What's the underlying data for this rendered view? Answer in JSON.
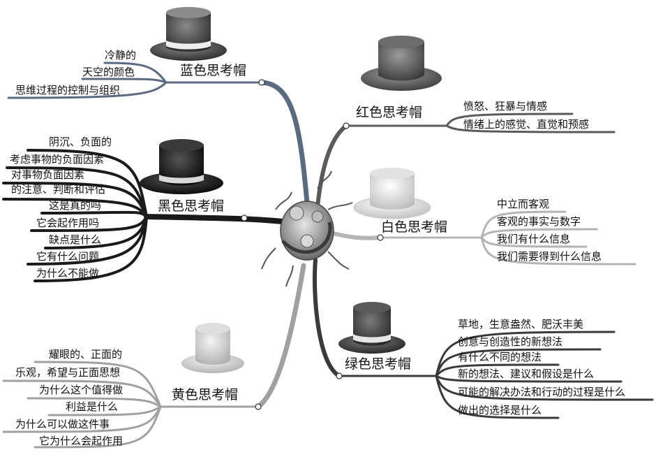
{
  "branches": {
    "blue": {
      "title": "蓝色思考帽",
      "items": [
        "冷静的",
        "天空的颜色",
        "思维过程的控制与组织"
      ]
    },
    "red": {
      "title": "红色思考帽",
      "items": [
        "愤怒、狂暴与情感",
        "情绪上的感觉、直觉和预感"
      ]
    },
    "black": {
      "title": "黑色思考帽",
      "items": [
        "阴沉、负面的",
        "考虑事物的负面因素",
        "对事物负面因素",
        "的注意、判断和评估",
        "这是真的吗",
        "它会起作用吗",
        "缺点是什么",
        "它有什么问题",
        "为什么不能做"
      ]
    },
    "white": {
      "title": "白色思考帽",
      "items": [
        "中立而客观",
        "客观的事实与数字",
        "我们有什么信息",
        "我们需要得到什么信息"
      ]
    },
    "green": {
      "title": "绿色思考帽",
      "items": [
        "草地，生意盎然、肥沃丰美",
        "创意与创造性的新想法",
        "有什么不同的想法",
        "新的想法、建议和假设是什么",
        "可能的解决办法和行动的过程是什么",
        "做出的选择是什么"
      ]
    },
    "yellow": {
      "title": "黄色思考帽",
      "items": [
        "耀眼的、正面的",
        "乐观，希望与正面思想",
        "为什么这个值得做",
        "利益是什么",
        "为什么可以做这件事",
        "它为什么会起作用"
      ]
    }
  },
  "colors": {
    "blue": "#5a6a80",
    "red": "#5a5a5a",
    "black": "#1a1a1a",
    "white": "#b4b4b4",
    "green": "#3a3a3a",
    "yellow": "#a0a0a0"
  },
  "icons": {
    "hat": "top-hat-icon",
    "center": "brain-burst-icon"
  }
}
